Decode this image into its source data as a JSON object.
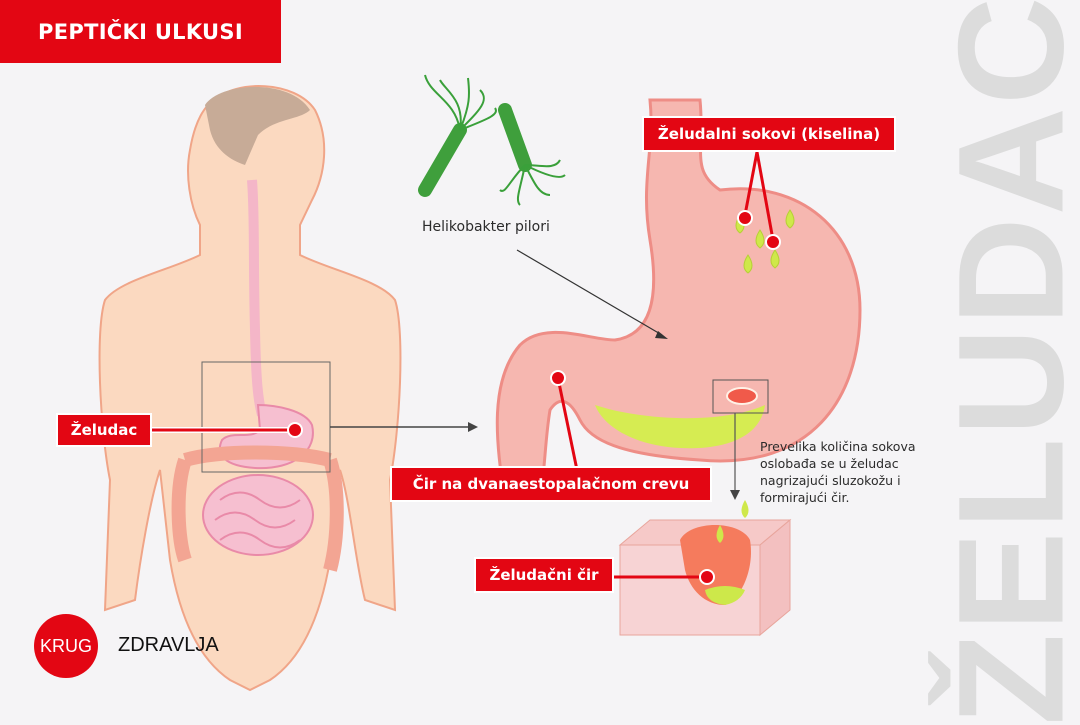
{
  "header": {
    "title": "PEPTIČKI ULKUSI"
  },
  "side_word": "ŽELUDAC",
  "labels": {
    "stomach": "Želudac",
    "gastric_juices": "Želudalni sokovi (kiselina)",
    "h_pylori": "Helikobakter pilori",
    "duodenal_ulcer": "Čir na dvanaestopalačnom crevu",
    "gastric_ulcer": "Želudačni čir"
  },
  "description": {
    "lines": [
      "Prevelika količina sokova",
      "oslobađa se u želudac",
      "nagrizajući sluzokožu i",
      "formirajući čir."
    ]
  },
  "logo": {
    "circle_text": "KRUG",
    "text": "ZDRAVLJA"
  },
  "colors": {
    "accent": "#e30613",
    "background": "#f5f4f6",
    "side_word": "#dcdcdc",
    "bacteria": "#3aa03a",
    "acid": "#c8e830",
    "tissue": "#f4a7a3"
  }
}
